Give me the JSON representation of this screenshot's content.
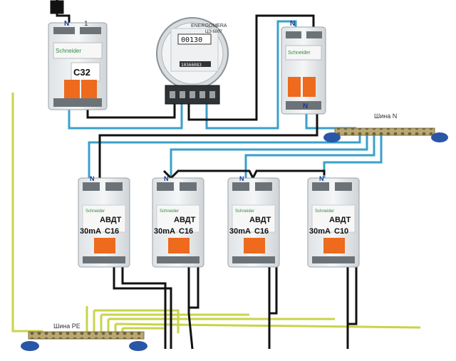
{
  "main_breaker": {
    "label": "C32",
    "terminal_n": "N",
    "terminal_l": "1",
    "brand": "Schneider"
  },
  "meter": {
    "brand": "ENERGOMERA",
    "model": "ЦЭ 6807",
    "reading": "00130",
    "serial": "10366083"
  },
  "rcd": {
    "terminal_n_top": "N",
    "terminal_n_bottom": "N",
    "brand": "Schneider"
  },
  "bus_n": {
    "label": "Шина N"
  },
  "bus_pe": {
    "label": "Шина PE"
  },
  "rcbos": [
    {
      "type": "АВДТ",
      "current": "30mA",
      "rating": "C16",
      "brand": "Schneider",
      "terminal": "N"
    },
    {
      "type": "АВДТ",
      "current": "30mA",
      "rating": "C16",
      "brand": "Schneider",
      "terminal": "N"
    },
    {
      "type": "АВДТ",
      "current": "30mA",
      "rating": "C16",
      "brand": "Schneider",
      "terminal": "N"
    },
    {
      "type": "АВДТ",
      "current": "30mA",
      "rating": "C10",
      "brand": "Schneider",
      "terminal": "N"
    }
  ],
  "colors": {
    "neutral": "#3aa0c8",
    "phase": "#111111",
    "pe": "#c8d44a",
    "handle": "#ee6a1c",
    "bus_end": "#2a56a8"
  }
}
